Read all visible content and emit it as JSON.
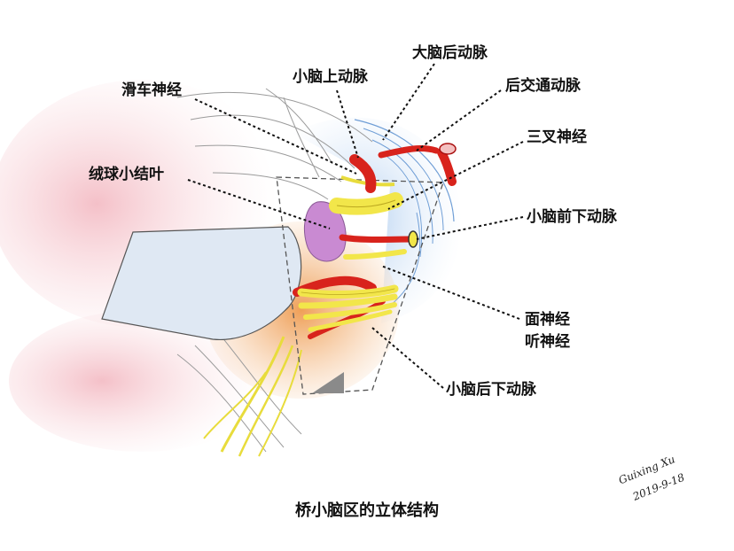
{
  "labels": {
    "trochlear_nerve": "滑车神经",
    "superior_cerebellar_artery": "小脑上动脉",
    "posterior_cerebral_artery": "大脑后动脉",
    "posterior_communicating_artery": "后交通动脉",
    "trigeminal_nerve": "三叉神经",
    "flocculus": "绒球小结叶",
    "aica": "小脑前下动脉",
    "facial_nerve": "面神经",
    "vestibulocochlear_nerve": "听神经",
    "pica": "小脑后下动脉"
  },
  "caption": "桥小脑区的立体结构",
  "signature": [
    "Guixing Xu",
    "2019-9-18"
  ],
  "colors": {
    "artery": "#d8231c",
    "nerve": "#f2e64a",
    "flocculus": "#c98ad2",
    "brainstem": "#f0b27a",
    "cerebellum_blue": "#cfe1f5",
    "pink_tissue": "#f6c9cf"
  }
}
